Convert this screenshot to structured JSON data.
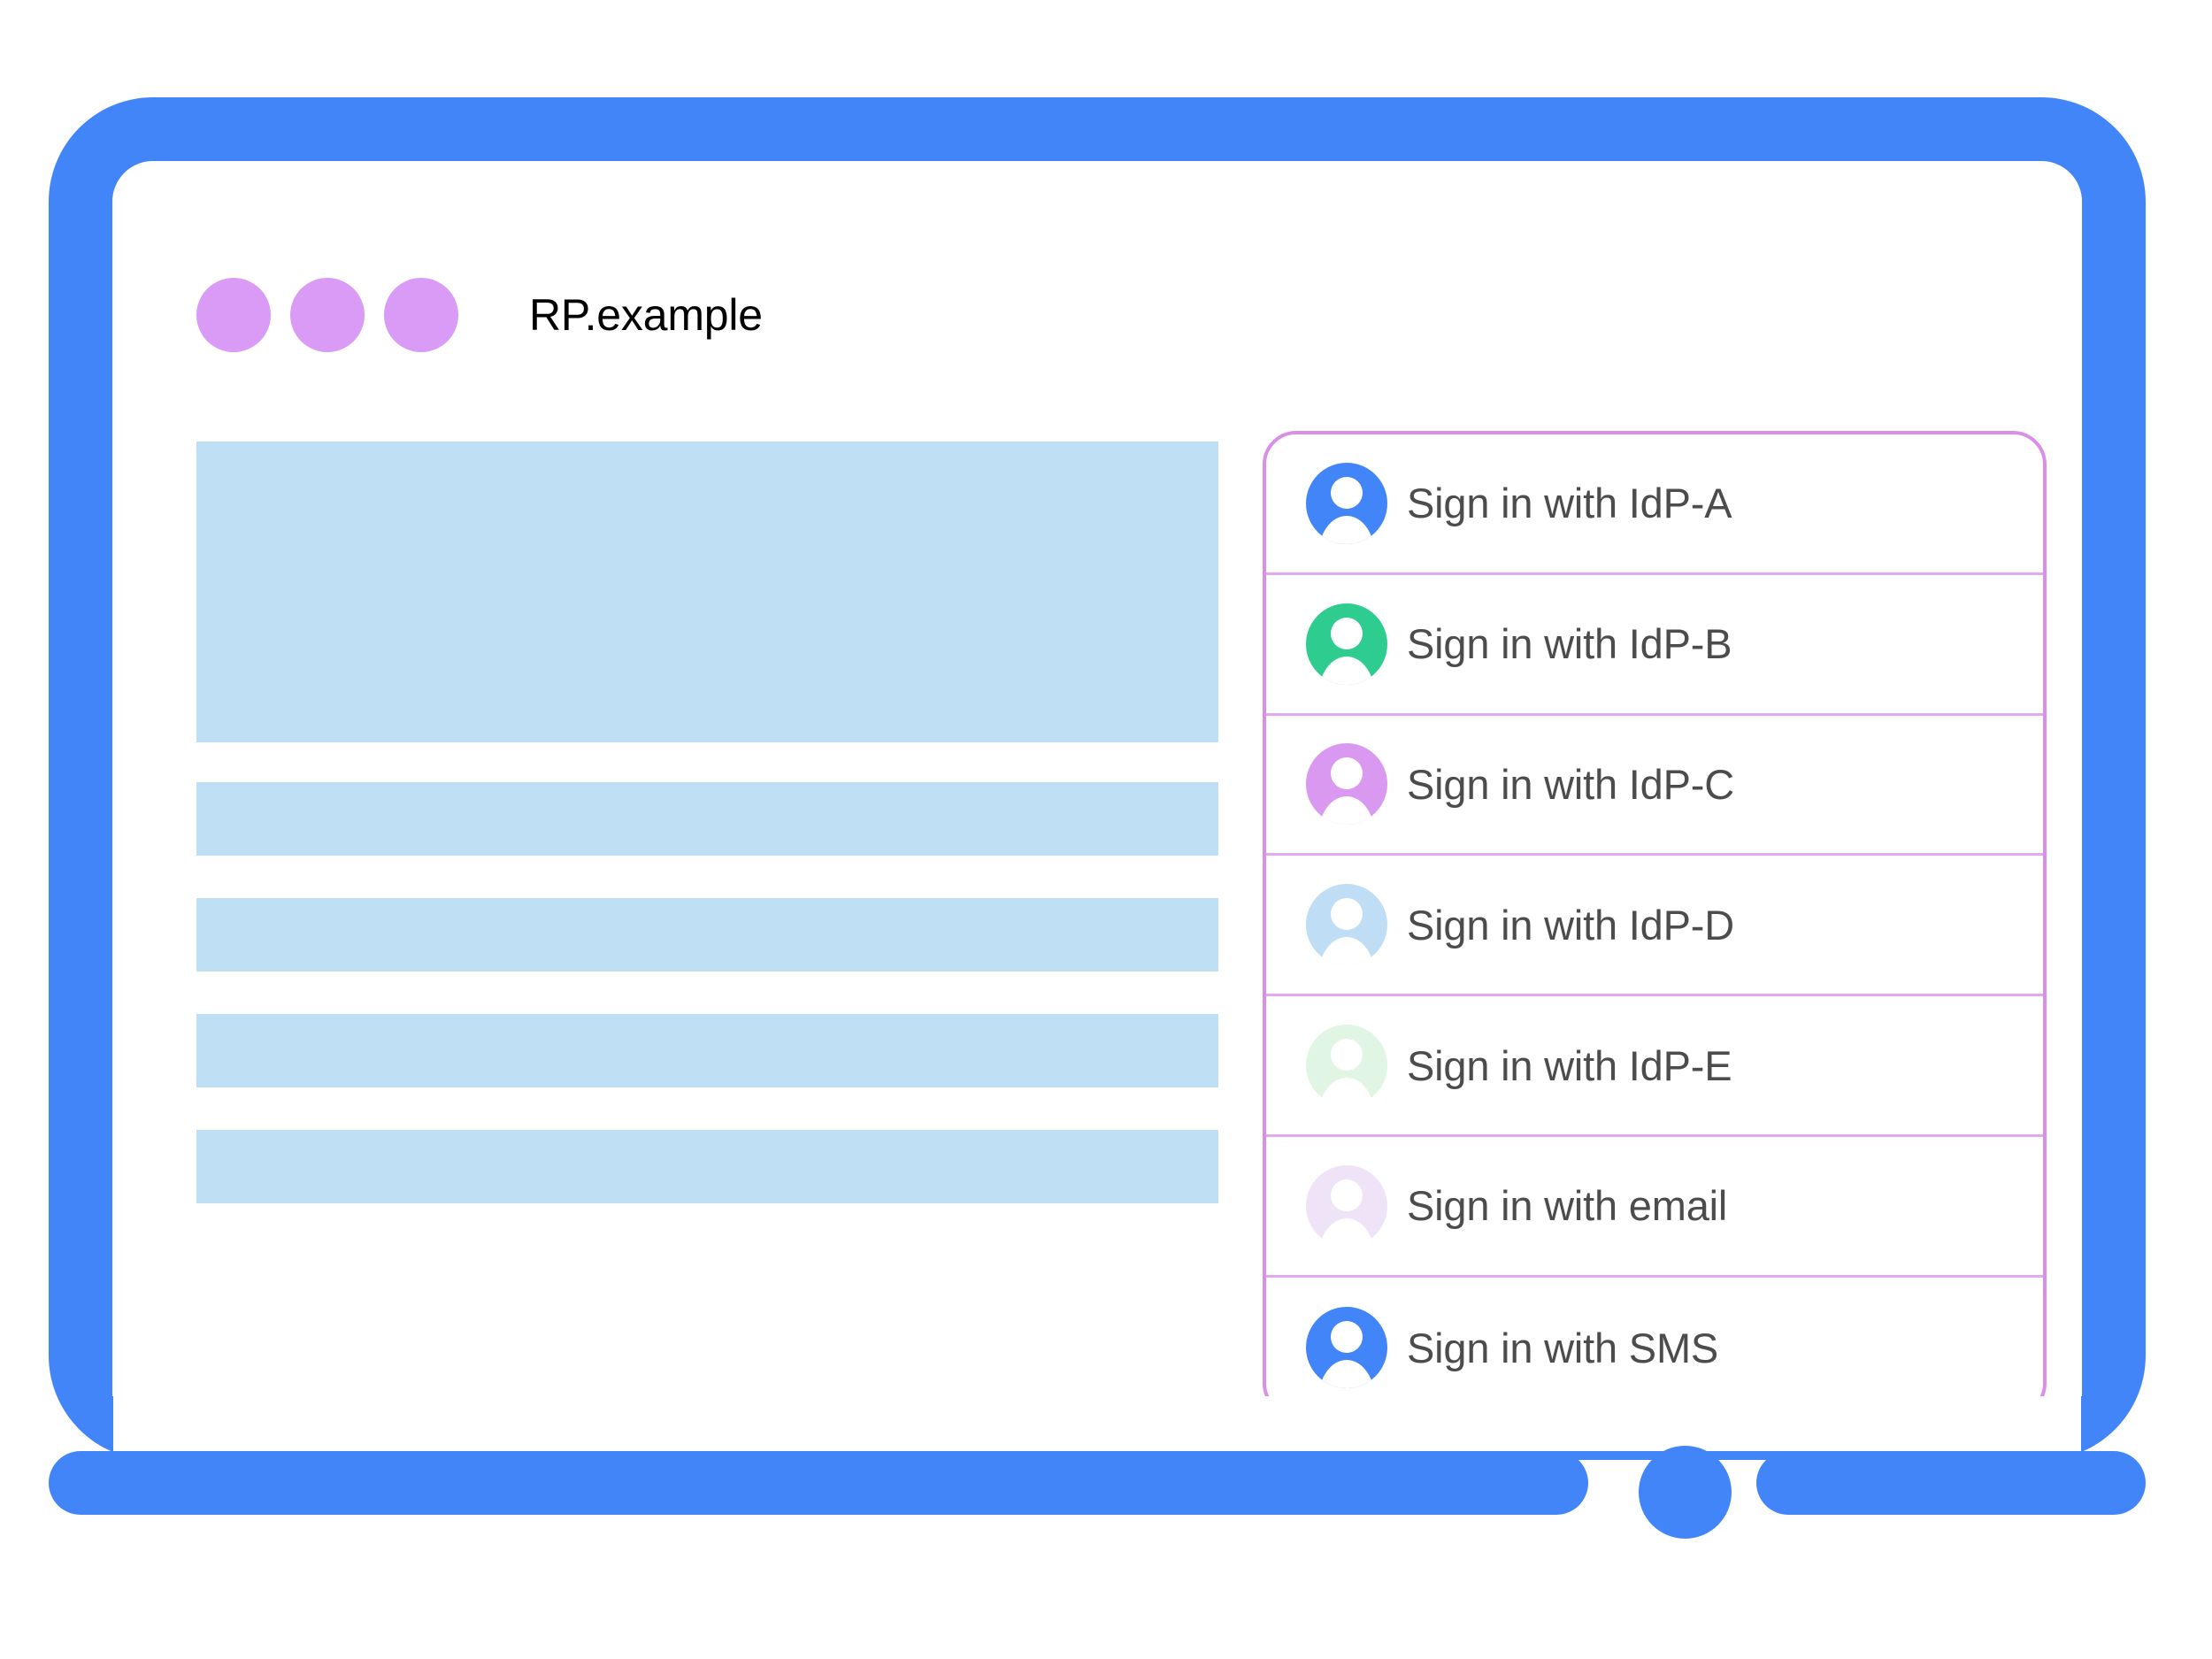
{
  "colors": {
    "device_frame": "#4285f8",
    "window_dot": "#d99bf5",
    "placeholder": "#bfdff5",
    "card_border": "#d98ee8",
    "row_divider": "#e3a8ef",
    "label_text": "#4c4c4c",
    "title_text": "#000000"
  },
  "window": {
    "title": "RP.example",
    "dots": [
      {
        "name": "window-dot-1"
      },
      {
        "name": "window-dot-2"
      },
      {
        "name": "window-dot-3"
      }
    ]
  },
  "content_placeholders": [
    {
      "kind": "hero"
    },
    {
      "kind": "bar"
    },
    {
      "kind": "bar"
    },
    {
      "kind": "bar"
    },
    {
      "kind": "bar"
    }
  ],
  "signin_panel": {
    "items": [
      {
        "label": "Sign in with IdP-A",
        "icon": "person-avatar-icon",
        "avatar_color": "#4285f8",
        "state": "active"
      },
      {
        "label": "Sign in with IdP-B",
        "icon": "person-avatar-icon",
        "avatar_color": "#2ecc8f",
        "state": "active"
      },
      {
        "label": "Sign in with IdP-C",
        "icon": "person-avatar-icon",
        "avatar_color": "#d999f0",
        "state": "active"
      },
      {
        "label": "Sign in with IdP-D",
        "icon": "person-avatar-icon",
        "avatar_color": "#bfdef5",
        "state": "faded"
      },
      {
        "label": "Sign in with IdP-E",
        "icon": "person-avatar-icon",
        "avatar_color": "#e0f5e3",
        "state": "faded"
      },
      {
        "label": "Sign in with email",
        "icon": "person-avatar-icon",
        "avatar_color": "#efe3f7",
        "state": "faded"
      },
      {
        "label": "Sign in with SMS",
        "icon": "person-avatar-icon",
        "avatar_color": "#4285f8",
        "state": "active"
      }
    ]
  },
  "device_chrome": {
    "home_button": "home-button"
  }
}
